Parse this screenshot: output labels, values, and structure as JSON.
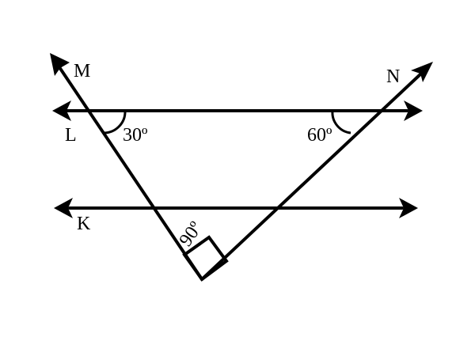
{
  "labels": {
    "line_m": "M",
    "line_n": "N",
    "line_l": "L",
    "line_k": "K",
    "angle_left": "30º",
    "angle_right": "60º",
    "angle_bottom": "90º"
  },
  "colors": {
    "ink": "#000000",
    "background": "#ffffff"
  }
}
